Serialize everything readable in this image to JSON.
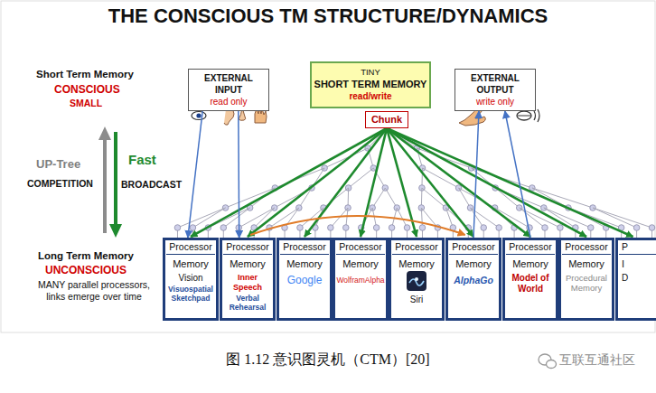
{
  "diagram": {
    "title": "THE CONSCIOUS TM STRUCTURE/DYNAMICS",
    "caption": "图 1.12 意识图灵机（CTM）[20]",
    "nodes": [
      {
        "text": [
          "EXTERNAL INPUT",
          "read only"
        ]
      },
      {
        "text": [
          "TINY",
          "SHORT TERM MEMORY",
          "read/write"
        ]
      },
      {
        "text": [
          "EXTERNAL OUTPUT",
          "write only"
        ]
      },
      {
        "text": [
          "Chunk"
        ]
      },
      {
        "text": [
          "Processor",
          "Memory",
          "Vision",
          "Visuospatial Sketchpad"
        ]
      },
      {
        "text": [
          "Processor",
          "Memory",
          "Inner Speech",
          "Verbal Rehearsal"
        ]
      },
      {
        "text": [
          "Processor",
          "Memory",
          "Google"
        ]
      },
      {
        "text": [
          "Processor",
          "Memory",
          "WolframAlpha"
        ]
      },
      {
        "text": [
          "Processor",
          "Memory",
          "Siri"
        ]
      },
      {
        "text": [
          "Processor",
          "Memory",
          "AlphaGo"
        ]
      },
      {
        "text": [
          "Processor",
          "Memory",
          "Model of World"
        ]
      },
      {
        "text": [
          "Processor",
          "Memory",
          "Procedural Memory"
        ]
      },
      {
        "text": [
          "P",
          "I",
          "D"
        ]
      }
    ],
    "edges": [
      {
        "from": 3,
        "to": 4,
        "arrow": "to"
      },
      {
        "from": 3,
        "to": 5,
        "arrow": "to"
      },
      {
        "from": 3,
        "to": 6,
        "arrow": "to"
      },
      {
        "from": 3,
        "to": 7,
        "arrow": "to"
      },
      {
        "from": 3,
        "to": 8,
        "arrow": "to"
      },
      {
        "from": 3,
        "to": 9,
        "arrow": "to"
      },
      {
        "from": 3,
        "to": 10,
        "arrow": "to"
      },
      {
        "from": 3,
        "to": 11,
        "arrow": "to"
      },
      {
        "from": 3,
        "to": 12,
        "arrow": "to"
      },
      {
        "from": 0,
        "to": 4,
        "arrow": "to"
      },
      {
        "from": 0,
        "to": 5,
        "arrow": "to"
      },
      {
        "from": 9,
        "to": 2,
        "arrow": "to"
      },
      {
        "from": 10,
        "to": 2,
        "arrow": "to"
      },
      {
        "from": 5,
        "to": 9,
        "arrow": "to"
      }
    ],
    "labels": [
      "Short Term Memory",
      "CONSCIOUS",
      "SMALL",
      "UP-Tree",
      "COMPETITION",
      "Fast",
      "BROADCAST",
      "Long Term Memory",
      "UNCONSCIOUS",
      "MANY parallel processors, links emerge over time",
      "互联互通社区"
    ]
  }
}
